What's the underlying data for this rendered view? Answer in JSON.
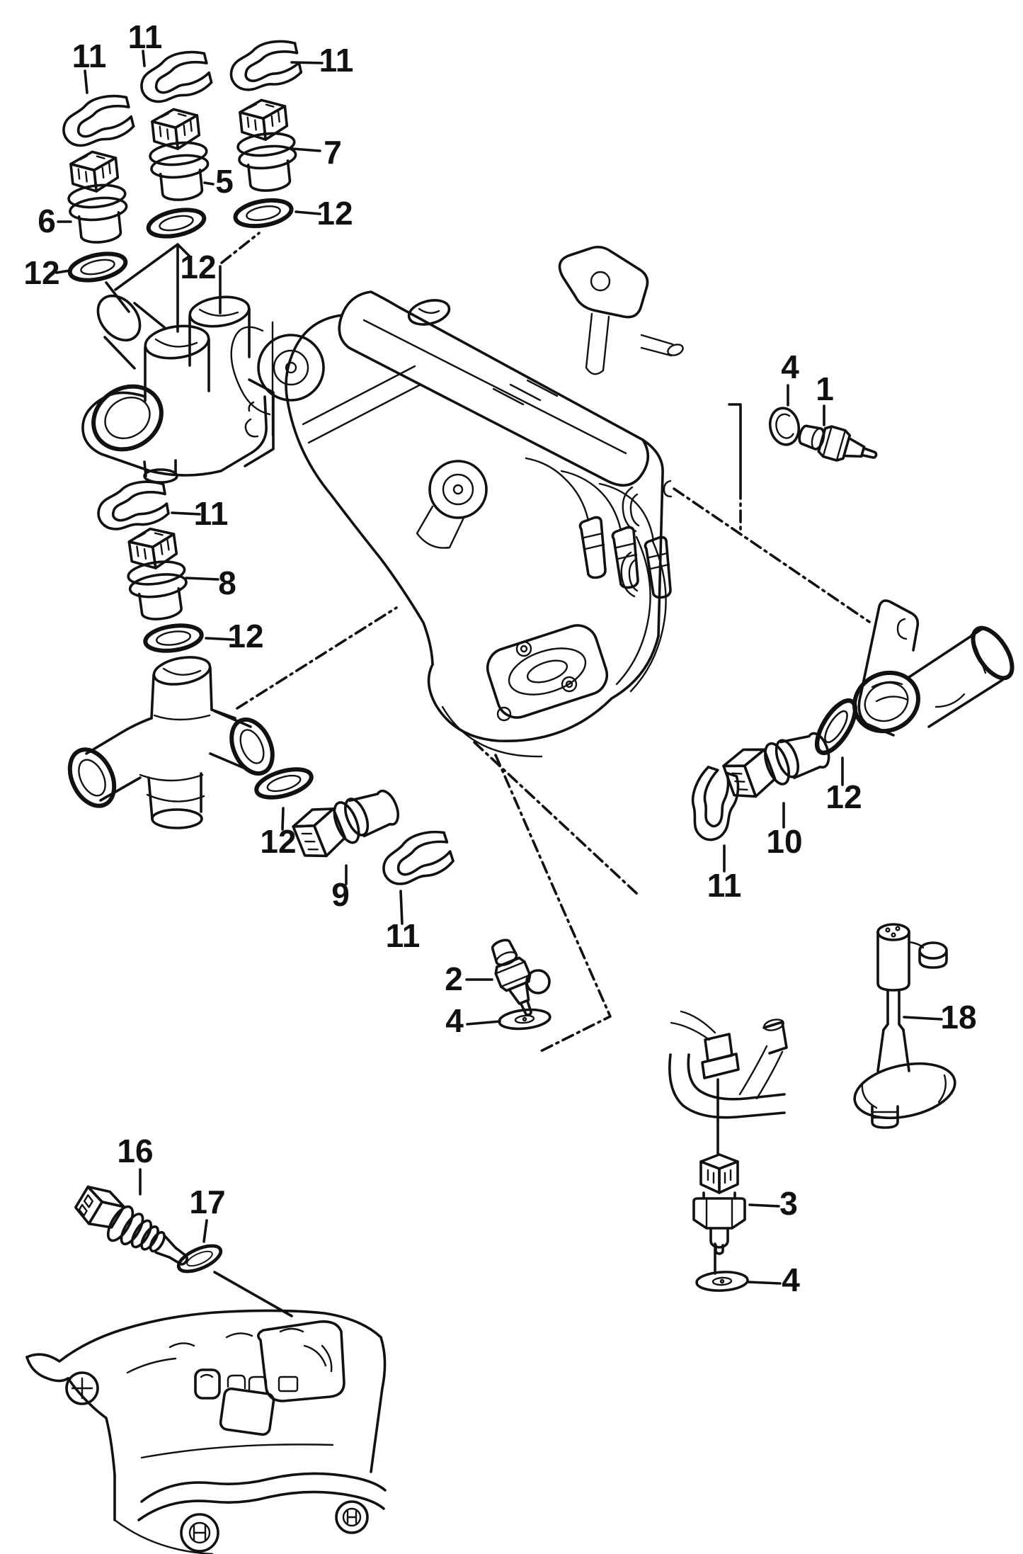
{
  "diagram": {
    "colors": {
      "background": "#ffffff",
      "ink": "#111111",
      "marker_dot": "#111111"
    }
  },
  "callouts": [
    {
      "label": "11",
      "part": "retaining-clip"
    },
    {
      "label": "11",
      "part": "retaining-clip"
    },
    {
      "label": "11",
      "part": "retaining-clip"
    },
    {
      "label": "7",
      "part": "temperature-sensor"
    },
    {
      "label": "5",
      "part": "temperature-sensor"
    },
    {
      "label": "6",
      "part": "temperature-sensor"
    },
    {
      "label": "12",
      "part": "o-ring"
    },
    {
      "label": "12",
      "part": "o-ring"
    },
    {
      "label": "12",
      "part": "o-ring"
    },
    {
      "label": "11",
      "part": "retaining-clip"
    },
    {
      "label": "8",
      "part": "temperature-sensor"
    },
    {
      "label": "12",
      "part": "o-ring"
    },
    {
      "label": "12",
      "part": "o-ring"
    },
    {
      "label": "9",
      "part": "temperature-sender"
    },
    {
      "label": "11",
      "part": "retaining-clip"
    },
    {
      "label": "2",
      "part": "oil-pressure-switch"
    },
    {
      "label": "4",
      "part": "seal-ring"
    },
    {
      "label": "4",
      "part": "seal-ring"
    },
    {
      "label": "1",
      "part": "oil-pressure-switch"
    },
    {
      "label": "12",
      "part": "o-ring"
    },
    {
      "label": "10",
      "part": "temperature-sender"
    },
    {
      "label": "11",
      "part": "retaining-clip"
    },
    {
      "label": "18",
      "part": "oil-level-sender"
    },
    {
      "label": "3",
      "part": "thermo-switch"
    },
    {
      "label": "4",
      "part": "seal-ring"
    },
    {
      "label": "16",
      "part": "temperature-sensor"
    },
    {
      "label": "17",
      "part": "o-ring"
    }
  ],
  "parts_legend": [
    {
      "callout": "1",
      "name": "oil-pressure-switch"
    },
    {
      "callout": "2",
      "name": "oil-pressure-switch"
    },
    {
      "callout": "3",
      "name": "thermo-switch"
    },
    {
      "callout": "4",
      "name": "seal-ring"
    },
    {
      "callout": "5",
      "name": "temperature-sensor"
    },
    {
      "callout": "6",
      "name": "temperature-sensor"
    },
    {
      "callout": "7",
      "name": "temperature-sensor"
    },
    {
      "callout": "8",
      "name": "temperature-sensor"
    },
    {
      "callout": "9",
      "name": "temperature-sender"
    },
    {
      "callout": "10",
      "name": "temperature-sender"
    },
    {
      "callout": "11",
      "name": "retaining-clip"
    },
    {
      "callout": "12",
      "name": "o-ring"
    },
    {
      "callout": "16",
      "name": "temperature-sensor"
    },
    {
      "callout": "17",
      "name": "o-ring"
    },
    {
      "callout": "18",
      "name": "oil-level-sender"
    }
  ]
}
